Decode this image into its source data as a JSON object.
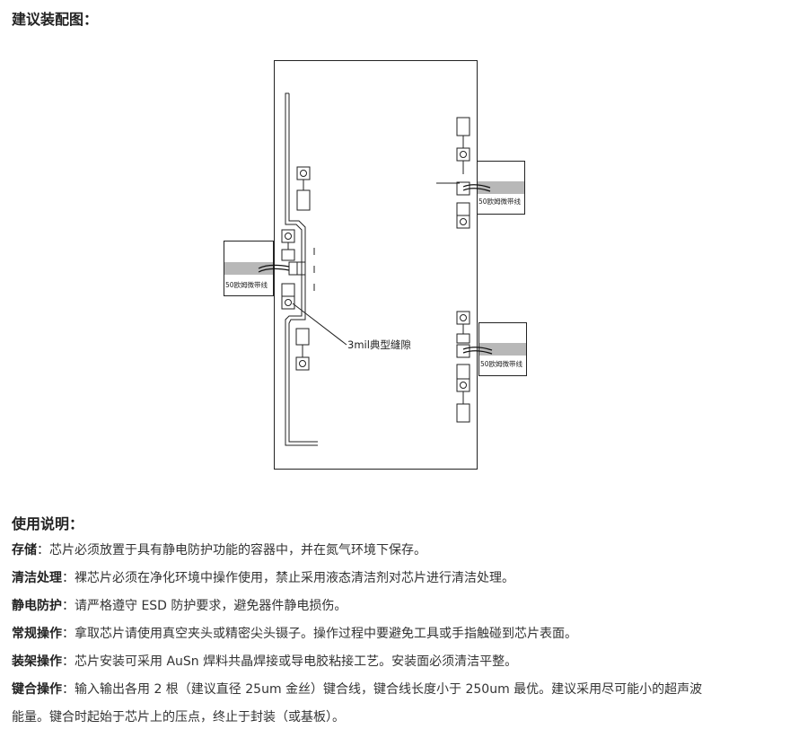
{
  "assembly_heading": "建议装配图：",
  "usage_heading": "使用说明：",
  "diagram": {
    "gap_label": "3mil典型缝隙",
    "line_label": "50欧姆微带线"
  },
  "instructions": [
    {
      "label": "存储",
      "text": "：芯片必须放置于具有静电防护功能的容器中，并在氮气环境下保存。"
    },
    {
      "label": "清洁处理",
      "text": "：裸芯片必须在净化环境中操作使用，禁止采用液态清洁剂对芯片进行清洁处理。"
    },
    {
      "label": "静电防护",
      "text": "：请严格遵守 ESD 防护要求，避免器件静电损伤。"
    },
    {
      "label": "常规操作",
      "text": "：拿取芯片请使用真空夹头或精密尖头镊子。操作过程中要避免工具或手指触碰到芯片表面。"
    },
    {
      "label": "装架操作",
      "text": "：芯片安装可采用 AuSn 焊料共晶焊接或导电胶粘接工艺。安装面必须清洁平整。"
    },
    {
      "label": "键合操作",
      "text": "：输入输出各用 2 根（建议直径 25um 金丝）键合线，键合线长度小于 250um 最优。建议采用尽可能小的超声波"
    }
  ],
  "instructions_continuation": "能量。键合时起始于芯片上的压点，终止于封装（或基板）。"
}
